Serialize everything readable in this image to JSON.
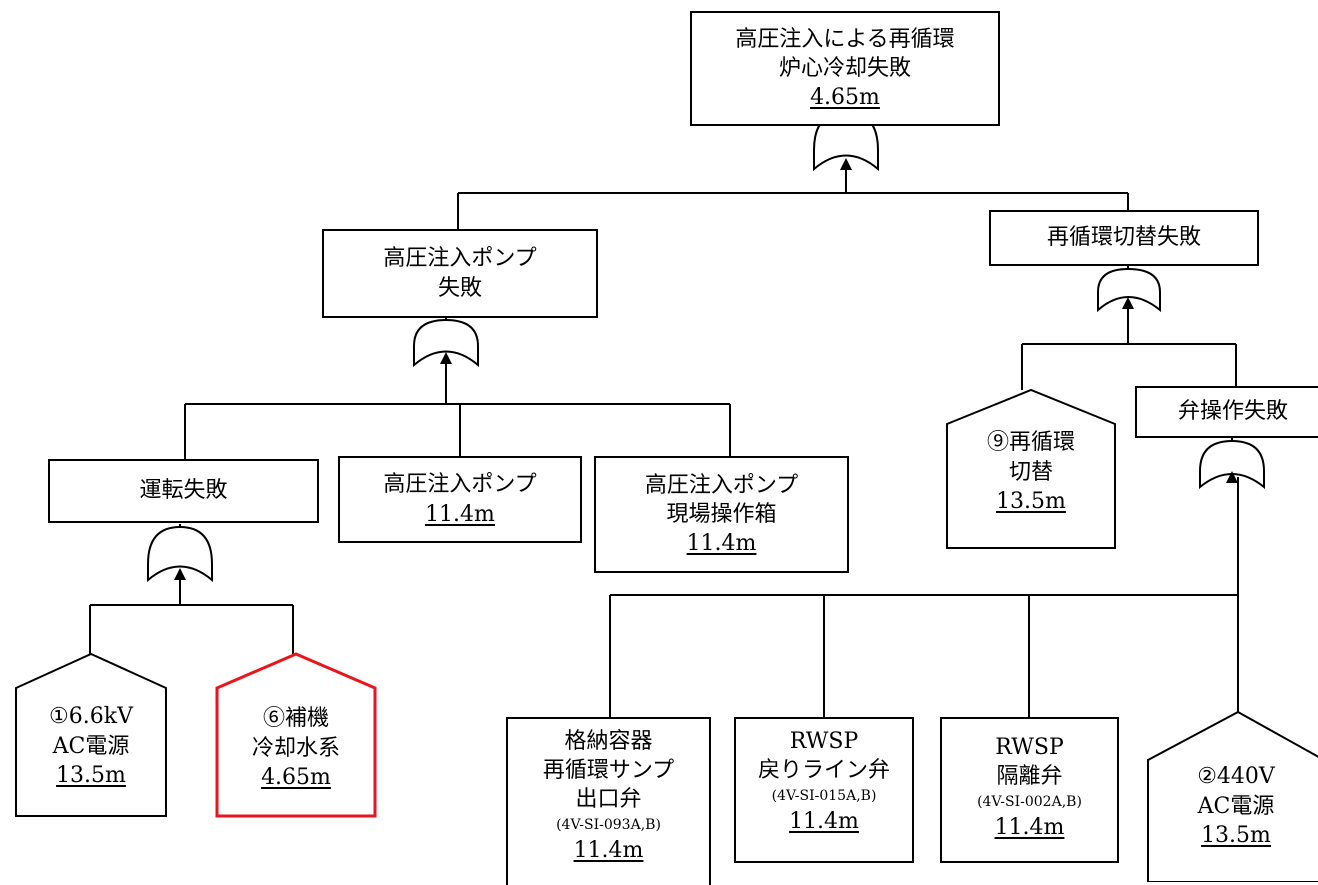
{
  "top_event": {
    "line1": "高圧注入による再循環",
    "line2": "炉心冷却失敗",
    "value": "4.65m"
  },
  "hp_pump_failure": {
    "line1": "高圧注入ポンプ",
    "line2": "失敗"
  },
  "recirc_switch_failure": {
    "label": "再循環切替失敗"
  },
  "operation_failure": {
    "label": "運転失敗"
  },
  "hp_pump": {
    "label": "高圧注入ポンプ",
    "value": "11.4m"
  },
  "hp_pump_local_box": {
    "line1": "高圧注入ポンプ",
    "line2": "現場操作箱",
    "value": "11.4m"
  },
  "valve_op_failure": {
    "label": "弁操作失敗"
  },
  "ac_6_6kv": {
    "line1": "①6.6kV",
    "line2": "AC電源",
    "value": "13.5m"
  },
  "ccw_system": {
    "line1": "⑥補機",
    "line2": "冷却水系",
    "value": "4.65m"
  },
  "recirc_switch": {
    "line1": "⑨再循環",
    "line2": "切替",
    "value": "13.5m"
  },
  "sump_outlet_valve": {
    "line1": "格納容器",
    "line2": "再循環サンプ",
    "line3": "出口弁",
    "code": "(4V-SI-093A,B)",
    "value": "11.4m"
  },
  "rwsp_return_valve": {
    "line1": "RWSP",
    "line2": "戻りライン弁",
    "code": "(4V-SI-015A,B)",
    "value": "11.4m"
  },
  "rwsp_isolation_valve": {
    "line1": "RWSP",
    "line2": "隔離弁",
    "code": "(4V-SI-002A,B)",
    "value": "11.4m"
  },
  "ac_440v": {
    "line1": "②440V",
    "line2": "AC電源",
    "value": "13.5m"
  },
  "colors": {
    "line": "#000000",
    "highlight": "#e8161c"
  }
}
